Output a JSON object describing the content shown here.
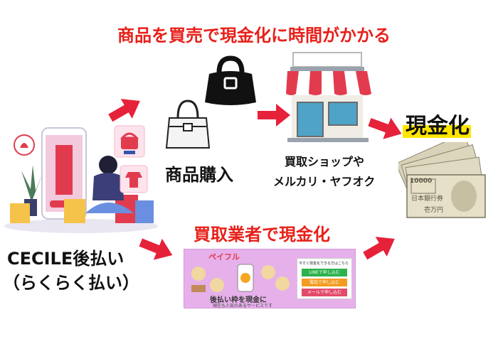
{
  "header": {
    "title": "商品を買売で現金化に時間がかかる"
  },
  "left": {
    "line1": "CECILE後払い",
    "line2": "（らくらく払い）"
  },
  "purchase": {
    "label": "商品購入"
  },
  "shop": {
    "line1": "買取ショップや",
    "line2": "メルカリ・ヤフオク"
  },
  "cash": {
    "label": "現金化",
    "bill_value": "10000",
    "bill_text": "日本銀行券",
    "bill_denom": "壱万円"
  },
  "middle": {
    "title": "買取業者で現金化"
  },
  "banner": {
    "brand": "ペイフル",
    "tagline": "後払い枠を現金に",
    "subtext": "現在も人気のあるサービスです",
    "panel_title": "今すぐ現金化できる方はこちら",
    "btn1": "LINEで申し込む",
    "btn2": "電話で申し込む",
    "btn3": "メールで申し込む"
  },
  "colors": {
    "accent_red": "#e8201a",
    "arrow_red": "#e6213a",
    "highlight_yellow": "#ffe600",
    "banner_bg": "#e6b0ea"
  }
}
